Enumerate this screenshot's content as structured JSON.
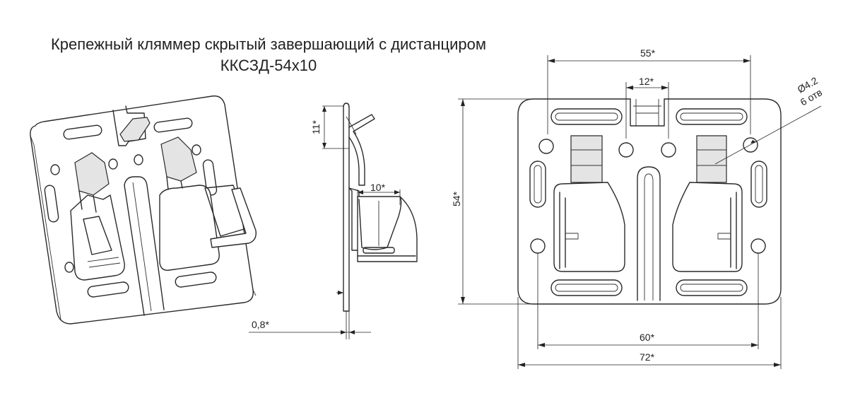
{
  "title": {
    "line1": "Крепежный кляммер скрытый  завершающий с дистанциром",
    "line2": "ККСЗД-54х10"
  },
  "dimensions": {
    "top_width": "55*",
    "slot_width": "12*",
    "hole": "Ø4.2",
    "hole_count": "6 отв",
    "height": "54*",
    "hole_spacing": "60*",
    "total_width": "72*",
    "hook_height": "11*",
    "spacer_width": "10*",
    "thickness": "0,8*"
  }
}
